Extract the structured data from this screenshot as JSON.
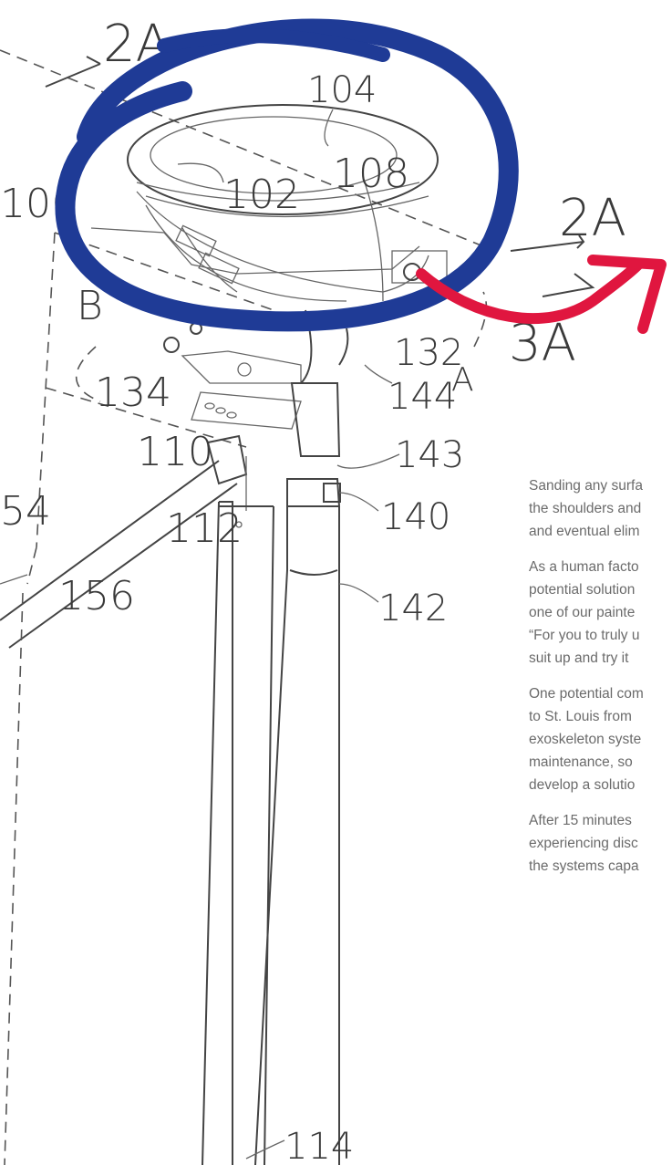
{
  "drawing": {
    "labels": {
      "l2a_top": "2A",
      "l104": "104",
      "l102": "102",
      "l108": "108",
      "l106": "106",
      "l2a_right": "2A",
      "lB": "B",
      "l3a": "3A",
      "l132": "132",
      "lA": "A",
      "l134": "134",
      "l144": "144",
      "l110": "110",
      "l143": "143",
      "l54": "54",
      "l112": "112",
      "l140": "140",
      "l156": "156",
      "l142": "142",
      "l114": "114"
    },
    "colors": {
      "circle_highlight": "#1f3b96",
      "arrow_highlight": "#e0163f"
    }
  },
  "article": {
    "paragraphs": [
      [
        "Sanding any surfa",
        "the shoulders and",
        "and eventual elim"
      ],
      [
        "As a human facto",
        "potential solution",
        "one of our painte",
        "“For you to truly u",
        "suit up and try it"
      ],
      [
        "One potential com",
        "to St. Louis from",
        "exoskeleton syste",
        "maintenance, so",
        "develop a solutio"
      ],
      [
        "After 15 minutes",
        "experiencing disc",
        "the systems capa"
      ]
    ]
  }
}
